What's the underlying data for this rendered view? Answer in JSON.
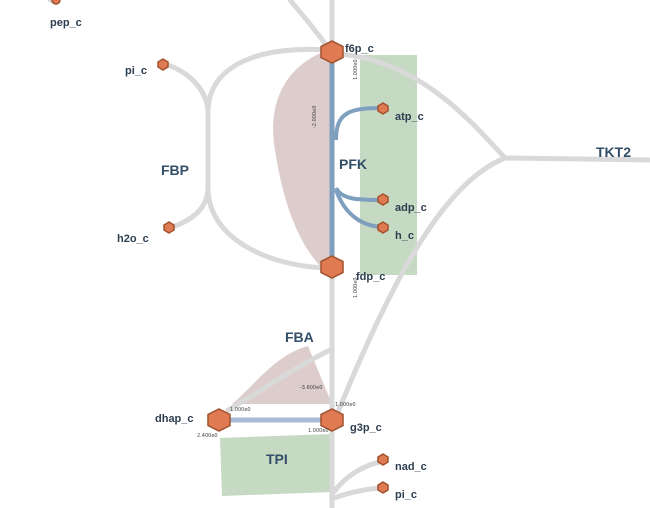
{
  "metabolites": {
    "pep_c": "pep_c",
    "f6p_c": "f6p_c",
    "pi_c_top": "pi_c",
    "atp_c": "atp_c",
    "adp_c": "adp_c",
    "h_c": "h_c",
    "h2o_c": "h2o_c",
    "fdp_c": "fdp_c",
    "dhap_c": "dhap_c",
    "g3p_c": "g3p_c",
    "nad_c": "nad_c",
    "pi_c_bottom": "pi_c"
  },
  "reactions": {
    "fbp": "FBP",
    "pfk": "PFK",
    "tkt2": "TKT2",
    "fba": "FBA",
    "tpi": "TPI"
  },
  "annotations": {
    "pfk_flux_a": "-2.000e0",
    "pfk_flux_b": "1.000e0",
    "fdp_flux": "1.000e0",
    "fba_flux": "-3.600e0",
    "dhap_flux_a": "1.000e0",
    "dhap_flux_b": "2.400e0",
    "g3p_flux_a": "1.000e0",
    "g3p_flux_b": "1.000e0"
  },
  "colors": {
    "segment": "#d9d9d9",
    "pfk_path": "#7f9fbf",
    "fbp_area": "#d8c6c6",
    "green_area": "#c5d9c3",
    "node_fill": "#e07a52",
    "node_stroke": "#a0522d"
  }
}
